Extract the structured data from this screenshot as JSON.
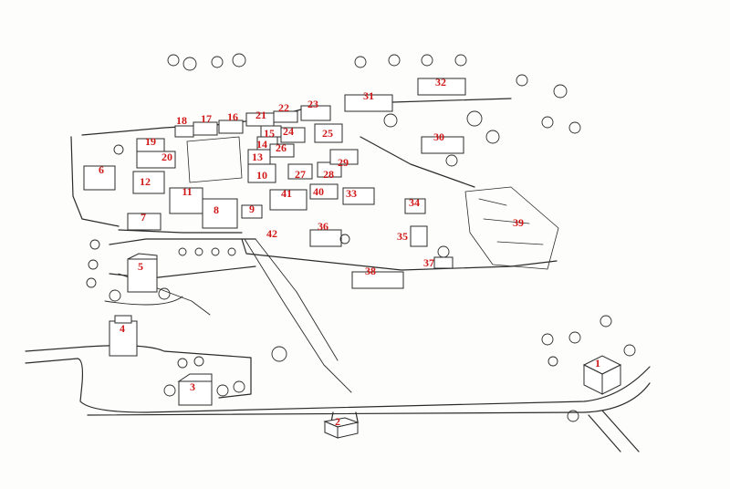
{
  "map": {
    "style": "hand-drawn isometric site plan",
    "ink_color": "#2b2b2b",
    "label_color": "#d01818",
    "paper_color": "#fdfdfb",
    "building_labels": [
      "1",
      "2",
      "3",
      "4",
      "5",
      "6",
      "7",
      "8",
      "9",
      "10",
      "11",
      "12",
      "13",
      "14",
      "15",
      "16",
      "17",
      "18",
      "19",
      "20",
      "21",
      "22",
      "23",
      "24",
      "25",
      "26",
      "27",
      "28",
      "29",
      "30",
      "31",
      "32",
      "33",
      "34",
      "35",
      "36",
      "37",
      "38",
      "39",
      "40",
      "41",
      "42"
    ]
  }
}
